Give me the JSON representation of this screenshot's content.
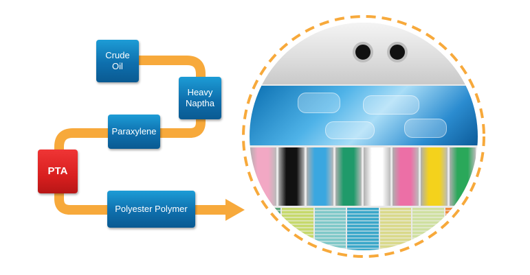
{
  "nodes": {
    "crude_oil": "Crude\nOil",
    "heavy_naptha": "Heavy\nNaptha",
    "paraxylene": "Paraxylene",
    "pta": "PTA",
    "polyester_polymer": "Polyester Polymer"
  },
  "colors": {
    "connector": "#f7a93b",
    "node_blue": "#0e6fad",
    "node_red": "#d91f1f",
    "circle_dash": "#f7a93b"
  },
  "photo_bands": [
    {
      "name": "white-spools"
    },
    {
      "name": "plastic-bottles"
    },
    {
      "name": "colored-yarn-cones",
      "colors": [
        "#f2a8c4",
        "#111111",
        "#3aa7e0",
        "#1f9a6a",
        "#ffffff",
        "#ec6fa6",
        "#f4d21c",
        "#2aa85a"
      ]
    },
    {
      "name": "thread-spools",
      "colors": [
        "#5aa57a",
        "#c6d96b",
        "#7ec8c8",
        "#3aa7c9",
        "#d9d98a",
        "#cfe0a0",
        "#f08a3a"
      ]
    }
  ]
}
